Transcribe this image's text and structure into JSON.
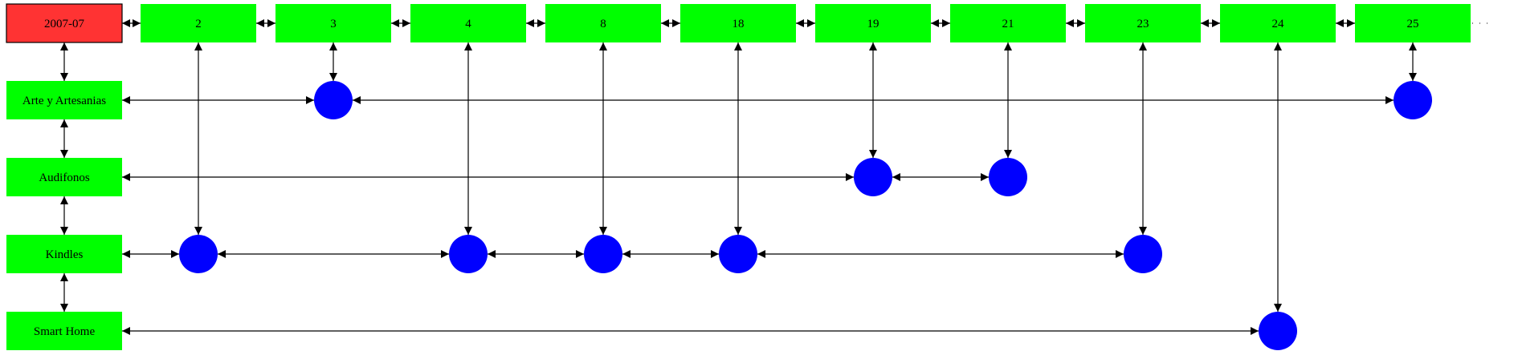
{
  "header_node": {
    "label": "2007-07",
    "color": "#ff3333"
  },
  "columns": [
    "2",
    "3",
    "4",
    "8",
    "18",
    "19",
    "21",
    "23",
    "24",
    "25"
  ],
  "rows": [
    "Arte y Artesanias",
    "Audifonos",
    "Kindles",
    "Smart Home"
  ],
  "points": [
    {
      "row": 0,
      "col": 1
    },
    {
      "row": 0,
      "col": 9
    },
    {
      "row": 1,
      "col": 5
    },
    {
      "row": 1,
      "col": 6
    },
    {
      "row": 2,
      "col": 0
    },
    {
      "row": 2,
      "col": 2
    },
    {
      "row": 2,
      "col": 3
    },
    {
      "row": 2,
      "col": 4
    },
    {
      "row": 2,
      "col": 7
    },
    {
      "row": 3,
      "col": 8
    }
  ],
  "colors": {
    "box": "#00ff00",
    "header": "#ff3333",
    "point": "#0000ff",
    "edge": "#000000"
  }
}
